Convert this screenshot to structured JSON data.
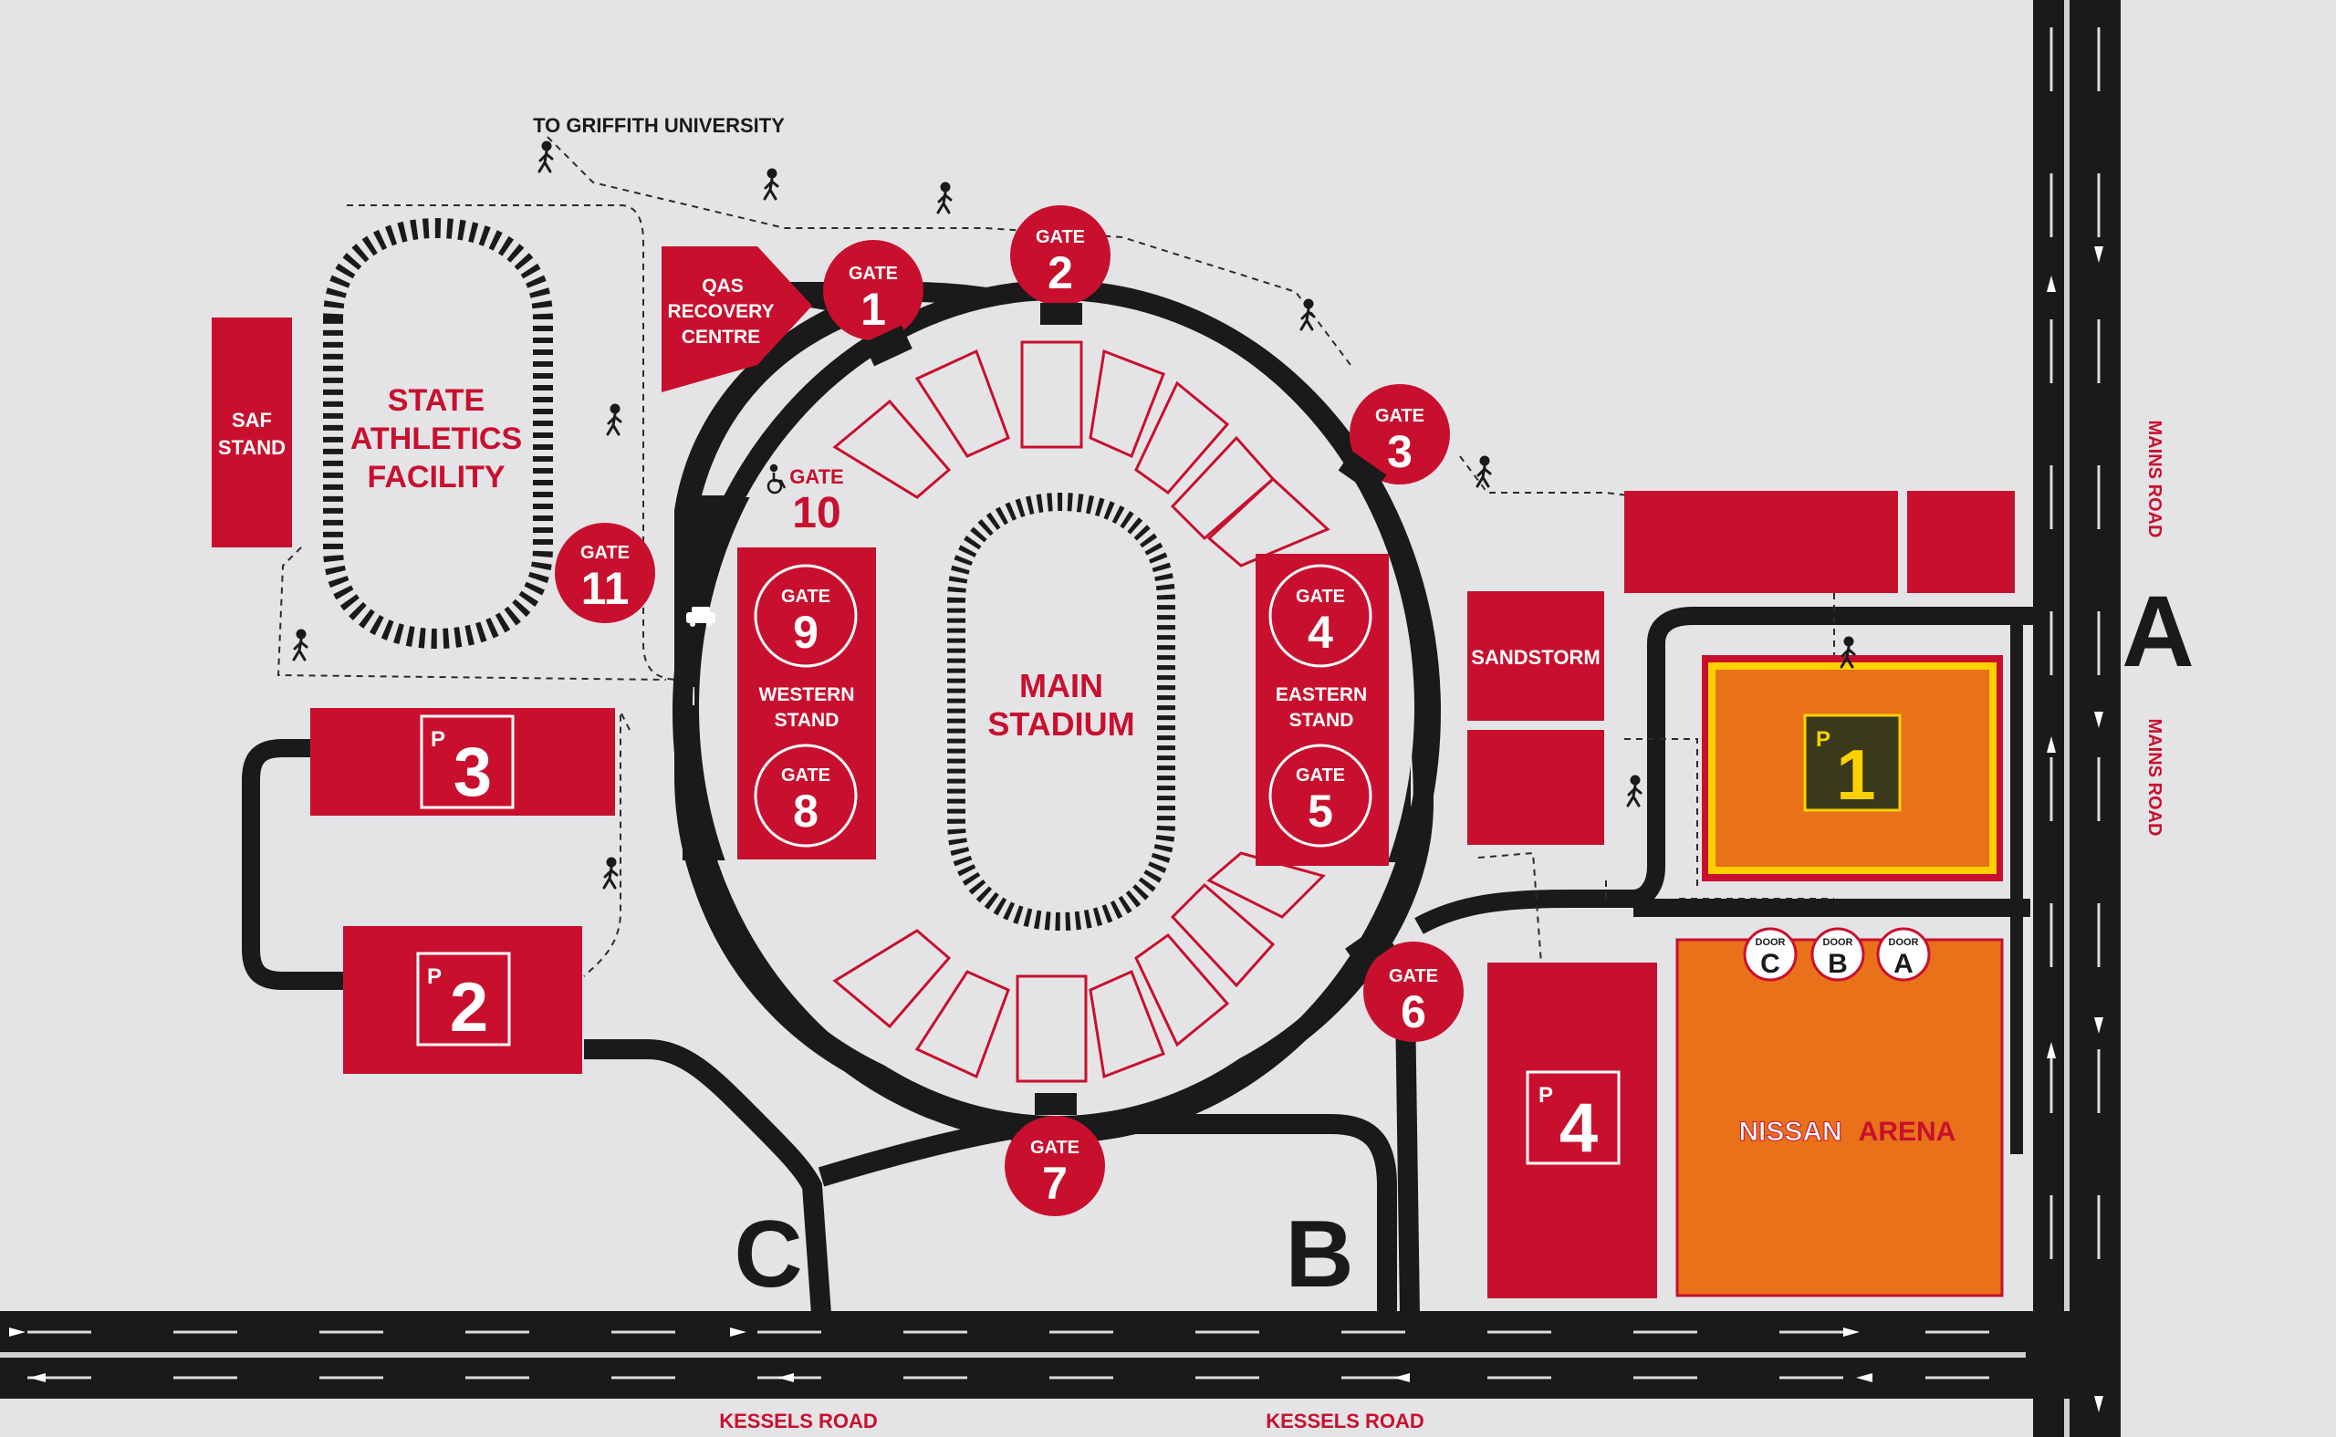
{
  "map_labels": {
    "griffith": "TO GRIFFITH UNIVERSITY",
    "qas_line1": "QAS",
    "qas_line2": "RECOVERY",
    "qas_line3": "CENTRE",
    "saf_line1": "SAF",
    "saf_line2": "STAND",
    "athletics_line1": "STATE",
    "athletics_line2": "ATHLETICS",
    "athletics_line3": "FACILITY",
    "main_line1": "MAIN",
    "main_line2": "STADIUM",
    "western_line1": "WESTERN",
    "western_line2": "STAND",
    "eastern_line1": "EASTERN",
    "eastern_line2": "STAND",
    "sandstorm": "SANDSTORM",
    "nissan": "NISSAN",
    "arena": "ARENA",
    "road_a": "A",
    "road_b": "B",
    "road_c": "C",
    "kessels_road_1": "KESSELS ROAD",
    "kessels_road_2": "KESSELS ROAD",
    "mains_road_1": "MAINS ROAD",
    "mains_road_2": "MAINS ROAD"
  },
  "gate_word": "GATE",
  "gates": [
    "1",
    "2",
    "3",
    "4",
    "5",
    "6",
    "7",
    "8",
    "9",
    "10",
    "11"
  ],
  "parking_prefix": "P",
  "parking": [
    "1",
    "2",
    "3",
    "4"
  ],
  "door_word": "DOOR",
  "doors": [
    "C",
    "B",
    "A"
  ],
  "colors": {
    "brand_red": "#c8102e",
    "road": "#1a1a1a",
    "arena_orange": "#e8711a",
    "p1_highlight": "#ffd100",
    "background": "#e4e4e7"
  },
  "icons": [
    "pedestrian-icon",
    "wheelchair-icon",
    "taxi-icon",
    "direction-arrow-icon"
  ]
}
